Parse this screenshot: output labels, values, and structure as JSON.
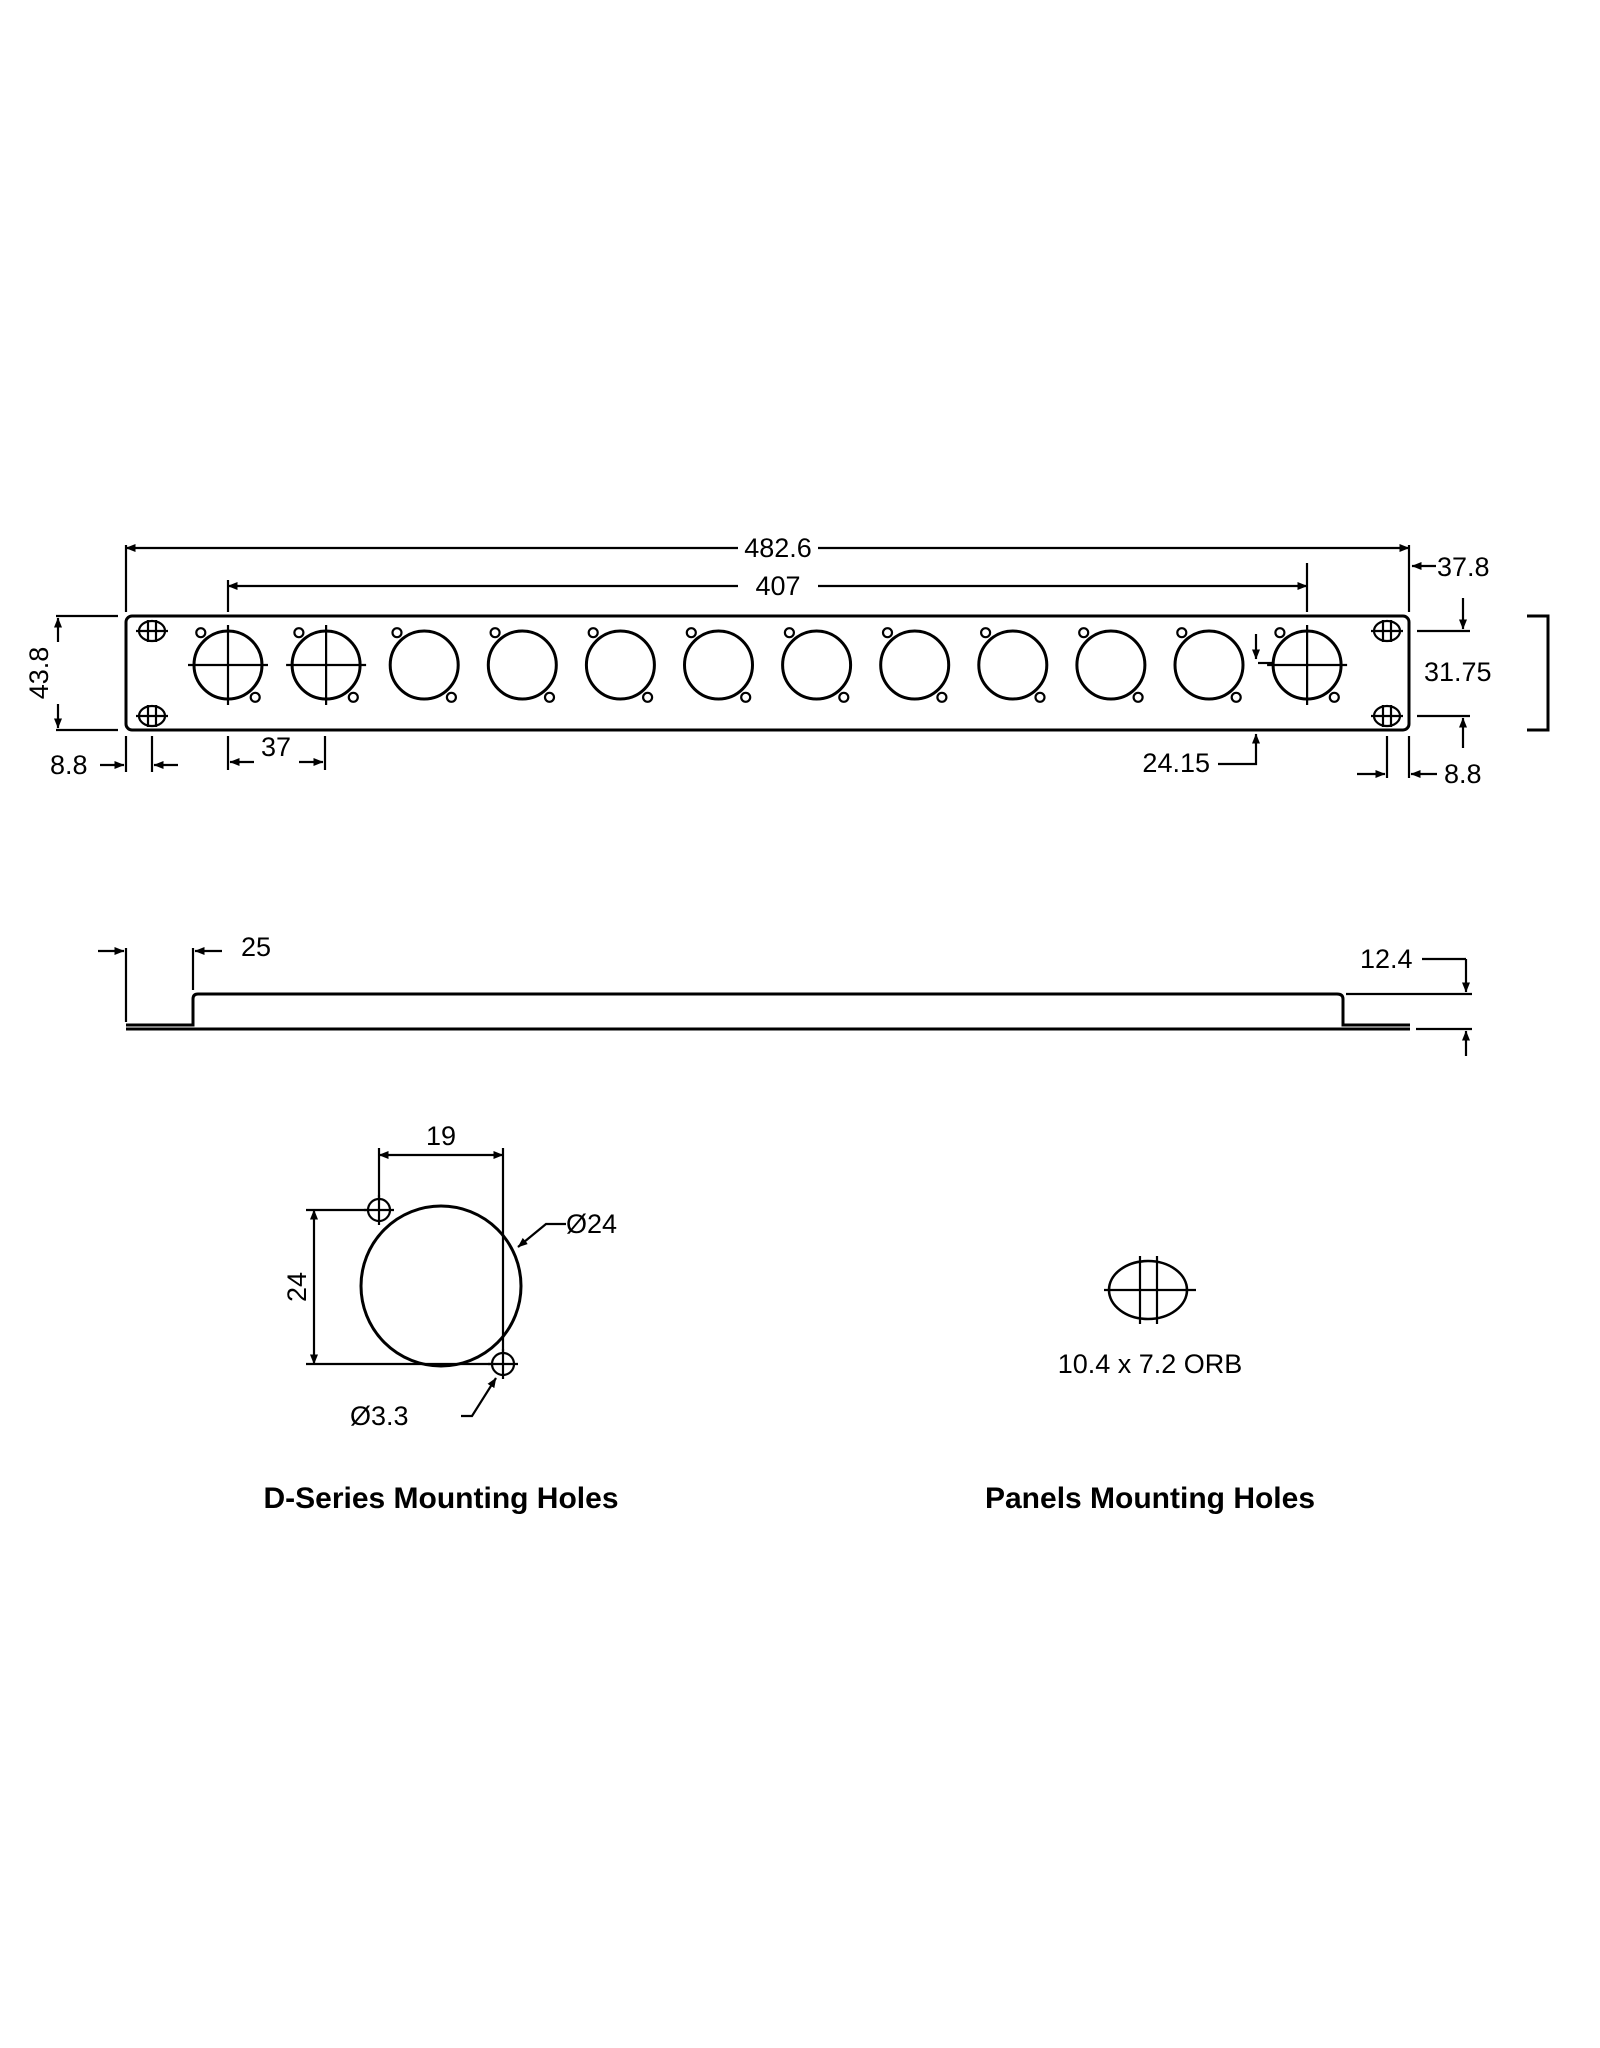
{
  "front_view": {
    "overall_width": "482.6",
    "hole_spacing": "407",
    "right_offset": "37.8",
    "height": "43.8",
    "mount_hole_vertical": "31.75",
    "left_margin": "8.8",
    "right_margin": "8.8",
    "connector_pitch": "37",
    "hole_offset": "24.15"
  },
  "side_view": {
    "flange_depth": "25",
    "thickness": "12.4"
  },
  "d_series": {
    "screw_spacing": "19",
    "vertical_spacing": "24",
    "main_diameter": "Ø24",
    "screw_diameter": "Ø3.3",
    "caption": "D-Series Mounting Holes"
  },
  "panel_holes": {
    "size": "10.4 x 7.2 ORB",
    "caption": "Panels Mounting Holes"
  }
}
